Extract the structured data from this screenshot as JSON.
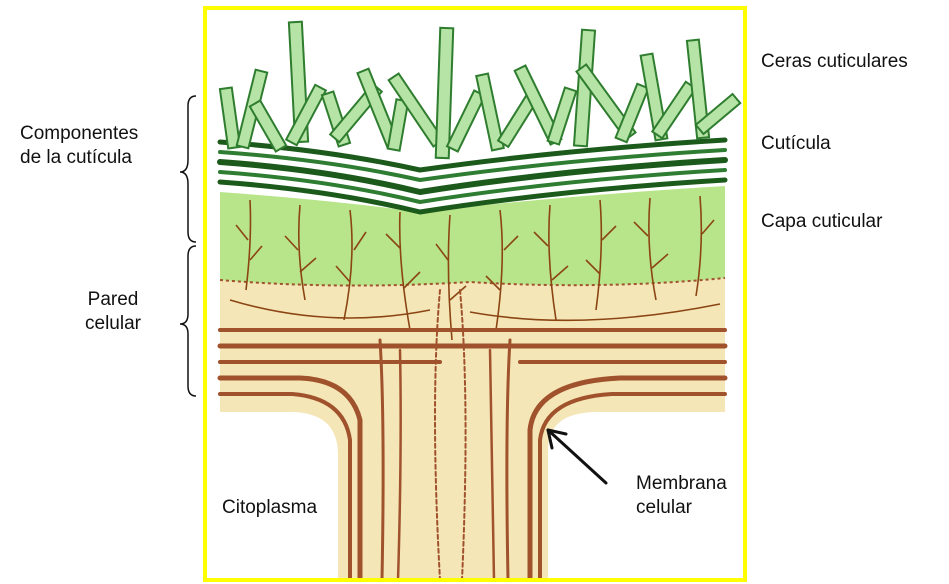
{
  "labels": {
    "ceras": "Ceras cuticulares",
    "cuticula": "Cutícula",
    "capa": "Capa cuticular",
    "componentes_line1": "Componentes",
    "componentes_line2": "de la cutícula",
    "pared_line1": "Pared",
    "pared_line2": "celular",
    "citoplasma": "Citoplasma",
    "membrana_line1": "Membrana",
    "membrana_line2": "celular"
  },
  "colors": {
    "frame": "#ffff00",
    "wax_fill": "#b6e3a6",
    "wax_stroke": "#2f7d2f",
    "cuticle_dark": "#1c5a1c",
    "cuticular_layer": "#b8e48a",
    "wall": "#f5e6b8",
    "wall_band": "#a0522d",
    "fiber": "#8b4513"
  }
}
